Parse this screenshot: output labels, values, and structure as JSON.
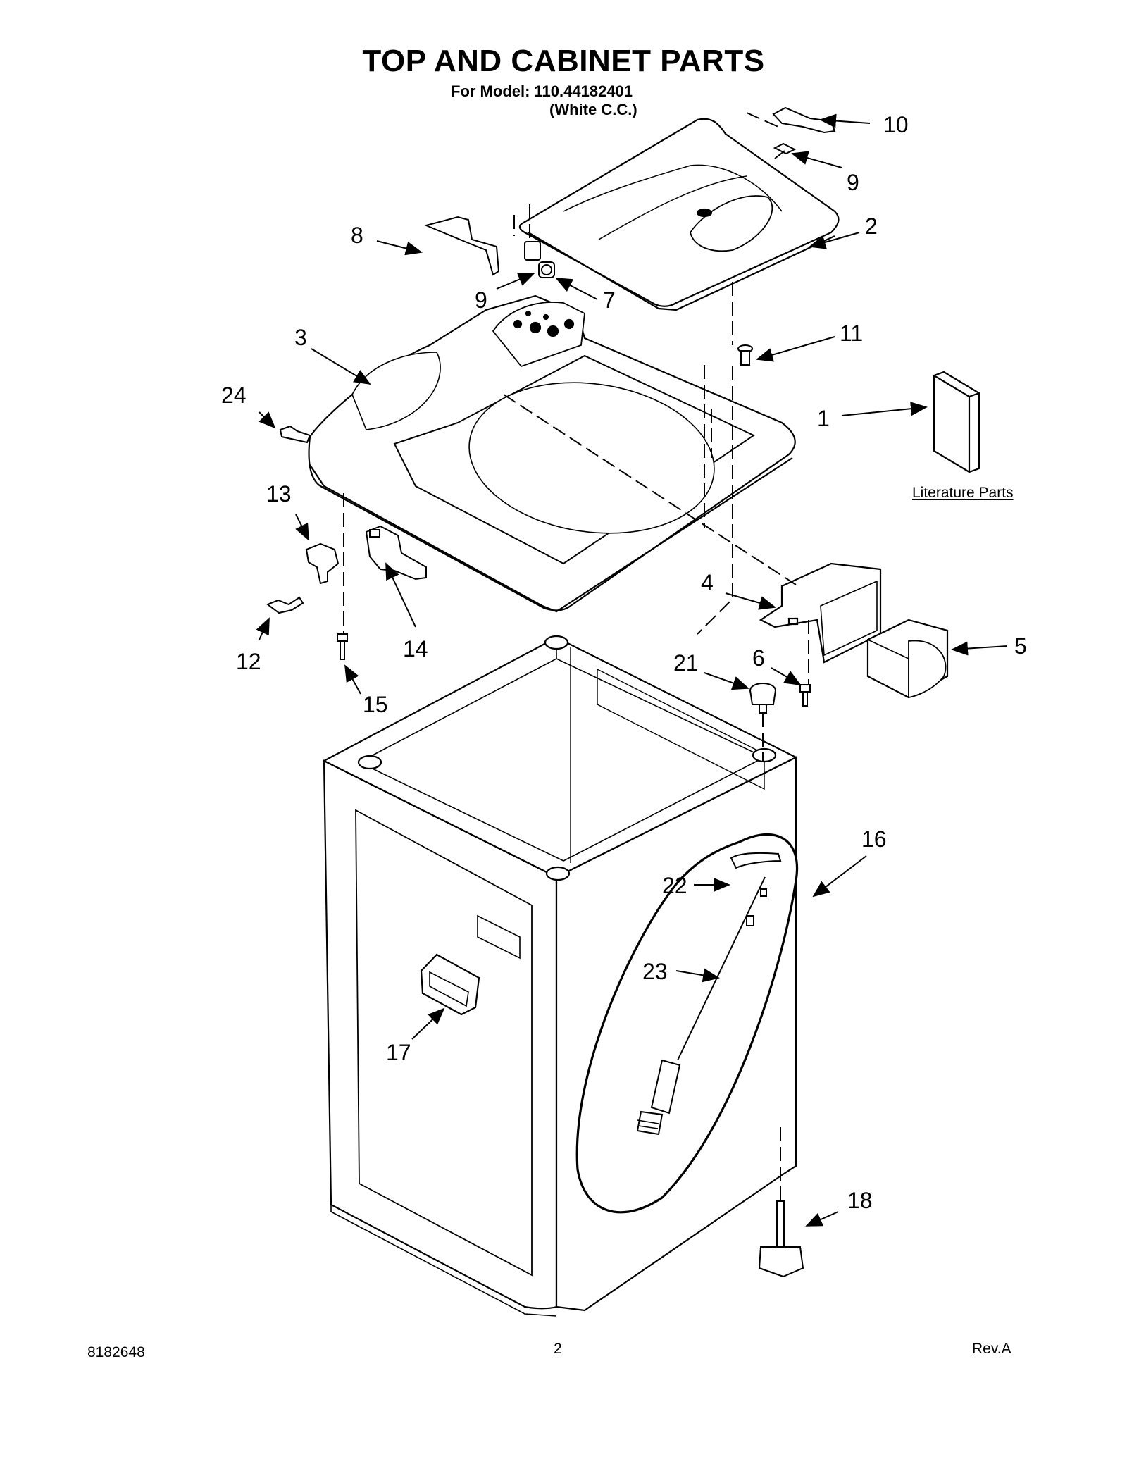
{
  "title": "TOP AND CABINET PARTS",
  "model_line": "For Model: 110.44182401",
  "model_variant": "(White C.C.)",
  "literature_label": "Literature Parts",
  "callouts": {
    "c1": "1",
    "c2": "2",
    "c3": "3",
    "c4": "4",
    "c5": "5",
    "c6": "6",
    "c7": "7",
    "c8": "8",
    "c9a": "9",
    "c9b": "9",
    "c10": "10",
    "c11": "11",
    "c12": "12",
    "c13": "13",
    "c14": "14",
    "c15": "15",
    "c16": "16",
    "c17": "17",
    "c18": "18",
    "c21": "21",
    "c22": "22",
    "c23": "23",
    "c24": "24"
  },
  "footer": {
    "doc_number": "8182648",
    "page_number": "2",
    "revision": "Rev.A"
  }
}
